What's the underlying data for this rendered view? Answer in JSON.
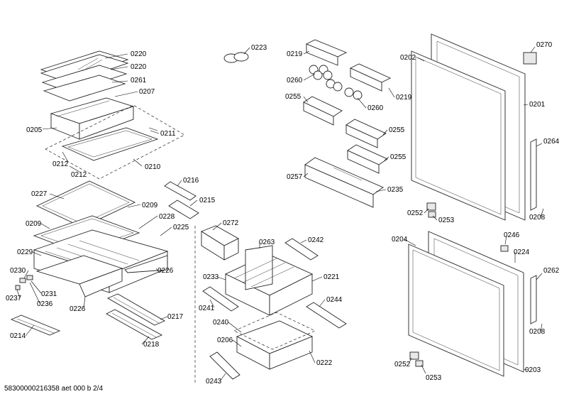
{
  "diagram": {
    "footer": "58300000216358 aet 000 b 2/4",
    "labels": {
      "l0220a": "0220",
      "l0220b": "0220",
      "l0261": "0261",
      "l0207": "0207",
      "l0205": "0205",
      "l0211": "0211",
      "l0212a": "0212",
      "l0212b": "0212",
      "l0210": "0210",
      "l0216": "0216",
      "l0227": "0227",
      "l0215": "0215",
      "l0209a": "0209",
      "l0228": "0228",
      "l0209b": "0209",
      "l0225": "0225",
      "l0229": "0229",
      "l0230": "0230",
      "l0231": "0231",
      "l0237": "0237",
      "l0236": "0236",
      "l0226a": "0226",
      "l0226b": "0226",
      "l0217": "0217",
      "l0214": "0214",
      "l0218": "0218",
      "l0272": "0272",
      "l0263": "0263",
      "l0242": "0242",
      "l0233": "0233",
      "l0221": "0221",
      "l0241": "0241",
      "l0244": "0244",
      "l0240": "0240",
      "l0206": "0206",
      "l0222": "0222",
      "l0243": "0243",
      "l0223": "0223",
      "l0219a": "0219",
      "l0260a": "0260",
      "l0219b": "0219",
      "l0260b": "0260",
      "l0255a": "0255",
      "l0255b": "0255",
      "l0255c": "0255",
      "l0257": "0257",
      "l0235": "0235",
      "l0202": "0202",
      "l0270": "0270",
      "l0201": "0201",
      "l0264": "0264",
      "l0252a": "0252",
      "l0253a": "0253",
      "l0208a": "0208",
      "l0204": "0204",
      "l0246": "0246",
      "l0224": "0224",
      "l0262": "0262",
      "l0208b": "0208",
      "l0252b": "0252",
      "l0253b": "0253",
      "l0203": "0203"
    }
  }
}
